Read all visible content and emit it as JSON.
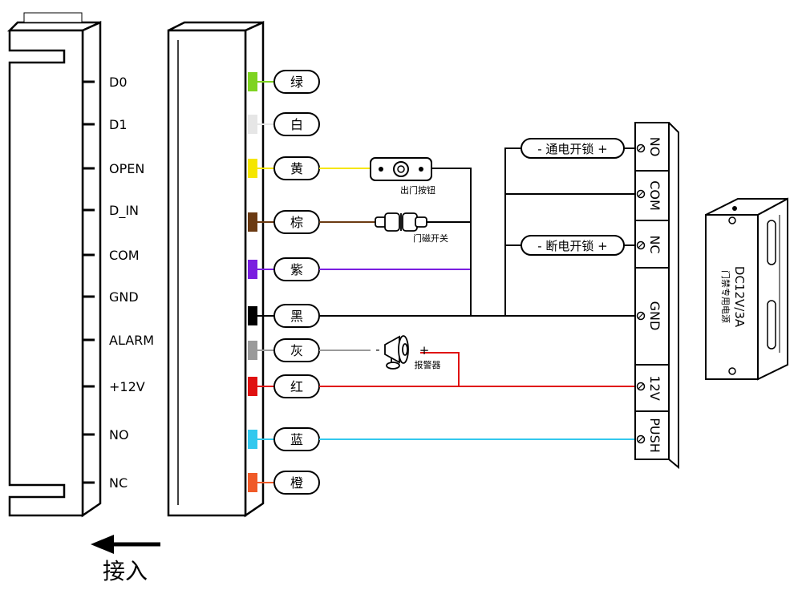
{
  "reader_terminals": [
    "D0",
    "D1",
    "OPEN",
    "D_IN",
    "COM",
    "GND",
    "ALARM",
    "+12V",
    "NO",
    "NC"
  ],
  "wire_colors": [
    {
      "label": "绿",
      "color": "#7ed321"
    },
    {
      "label": "白",
      "color": "#e6e6e6"
    },
    {
      "label": "黄",
      "color": "#f5e600"
    },
    {
      "label": "棕",
      "color": "#6b3a12"
    },
    {
      "label": "紫",
      "color": "#7a1ee0"
    },
    {
      "label": "黑",
      "color": "#000000"
    },
    {
      "label": "灰",
      "color": "#9a9a9a"
    },
    {
      "label": "红",
      "color": "#e01010"
    },
    {
      "label": "蓝",
      "color": "#33c8ee"
    },
    {
      "label": "橙",
      "color": "#f05a28"
    }
  ],
  "components": {
    "exit_button": "出门按钮",
    "door_sensor": "门磁开关",
    "alarm": "报警器",
    "alarm_minus": "-",
    "alarm_plus": "+"
  },
  "lock_labels": {
    "powered_unlock": "- 通电开锁 +",
    "cut_unlock": "- 断电开锁 +"
  },
  "power_terminals": [
    "NO",
    "COM",
    "NC",
    "GND",
    "12V",
    "PUSH"
  ],
  "power_supply": {
    "title": "门禁专用电源",
    "rating": "DC12V/3A"
  },
  "input_label": "接入"
}
